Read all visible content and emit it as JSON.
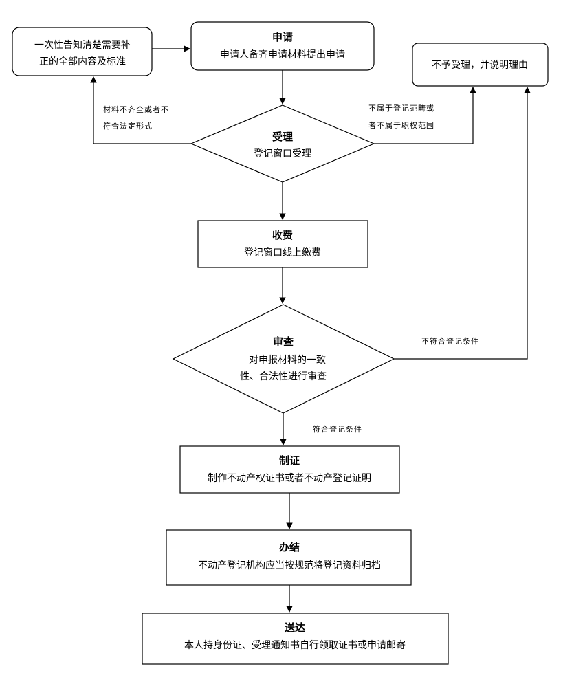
{
  "nodes": {
    "notify": {
      "lines": [
        "一次性告知清楚需要补",
        "正的全部内容及标准"
      ]
    },
    "apply": {
      "title": "申请",
      "lines": [
        "申请人备齐申请材料提出申请"
      ]
    },
    "reject": {
      "lines": [
        "不予受理，并说明理由"
      ]
    },
    "accept": {
      "title": "受理",
      "lines": [
        "登记窗口受理"
      ]
    },
    "fee": {
      "title": "收费",
      "lines": [
        "登记窗口线上缴费"
      ]
    },
    "review": {
      "title": "审查",
      "lines": [
        "对申报材料的一致",
        "性、合法性进行审查"
      ]
    },
    "certify": {
      "title": "制证",
      "lines": [
        "制作不动产权证书或者不动产登记证明"
      ]
    },
    "complete": {
      "title": "办结",
      "lines": [
        "不动产登记机构应当按规范将登记资料归档"
      ]
    },
    "deliver": {
      "title": "送达",
      "lines": [
        "本人持身份证、受理通知书自行领取证书或申请邮寄"
      ]
    }
  },
  "edges": {
    "incomplete": [
      "材料不齐全或者不",
      "符合法定形式"
    ],
    "out_of_scope": [
      "不属于登记范畴或",
      "者不属于职权范围"
    ],
    "not_meet": "不符合登记条件",
    "meet": "符合登记条件"
  }
}
